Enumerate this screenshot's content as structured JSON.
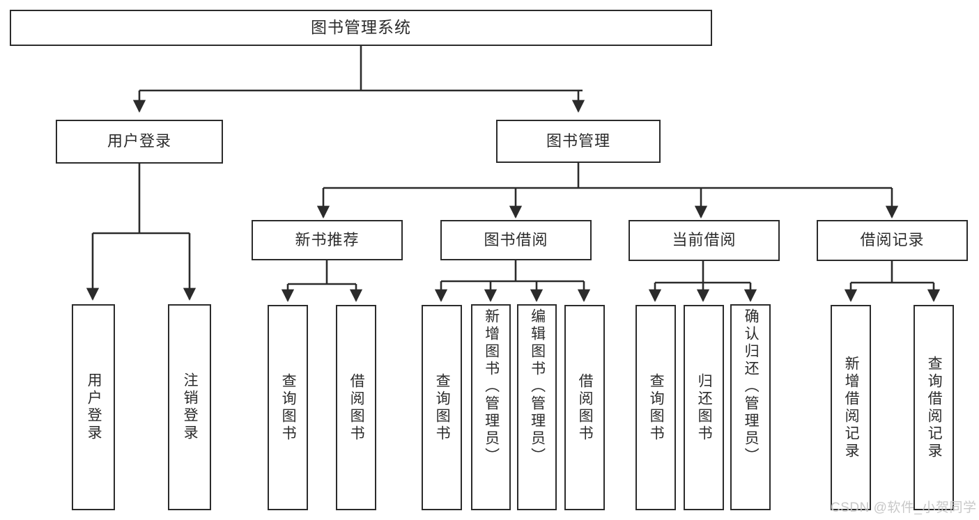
{
  "diagram": {
    "title": "图书管理系统",
    "watermark": "CSDN @软件_小贺同学",
    "line_color": "#2b2b2b",
    "text_color": "#2b2b2b",
    "background": "#ffffff",
    "watermark_color": "#c8c8c8"
  },
  "nodes": {
    "root": {
      "label": "图书管理系统"
    },
    "level1": [
      {
        "label": "用户登录"
      },
      {
        "label": "图书管理"
      }
    ],
    "level2": [
      {
        "label": "新书推荐"
      },
      {
        "label": "图书借阅"
      },
      {
        "label": "当前借阅"
      },
      {
        "label": "借阅记录"
      }
    ],
    "leaves": {
      "user_login": [
        {
          "label": "用户登录"
        },
        {
          "label": "注销登录"
        }
      ],
      "new_book": [
        {
          "label": "查询图书"
        },
        {
          "label": "借阅图书"
        }
      ],
      "borrow_book": [
        {
          "label": "查询图书"
        },
        {
          "label": "新增图书（管理员）"
        },
        {
          "label": "编辑图书（管理员）"
        },
        {
          "label": "借阅图书"
        }
      ],
      "current_borrow": [
        {
          "label": "查询图书"
        },
        {
          "label": "归还图书"
        },
        {
          "label": "确认归还（管理员）"
        }
      ],
      "borrow_record": [
        {
          "label": "新增借阅记录"
        },
        {
          "label": "查询借阅记录"
        }
      ]
    }
  },
  "chart_data": {
    "type": "table",
    "title": "图书管理系统 功能结构图",
    "structure": [
      {
        "name": "图书管理系统",
        "level": 0,
        "children": [
          {
            "name": "用户登录",
            "level": 1,
            "children": [
              {
                "name": "用户登录",
                "level": 2,
                "children": []
              },
              {
                "name": "注销登录",
                "level": 2,
                "children": []
              }
            ]
          },
          {
            "name": "图书管理",
            "level": 1,
            "children": [
              {
                "name": "新书推荐",
                "level": 2,
                "children": [
                  {
                    "name": "查询图书",
                    "level": 3,
                    "children": []
                  },
                  {
                    "name": "借阅图书",
                    "level": 3,
                    "children": []
                  }
                ]
              },
              {
                "name": "图书借阅",
                "level": 2,
                "children": [
                  {
                    "name": "查询图书",
                    "level": 3,
                    "children": []
                  },
                  {
                    "name": "新增图书（管理员）",
                    "level": 3,
                    "children": []
                  },
                  {
                    "name": "编辑图书（管理员）",
                    "level": 3,
                    "children": []
                  },
                  {
                    "name": "借阅图书",
                    "level": 3,
                    "children": []
                  }
                ]
              },
              {
                "name": "当前借阅",
                "level": 2,
                "children": [
                  {
                    "name": "查询图书",
                    "level": 3,
                    "children": []
                  },
                  {
                    "name": "归还图书",
                    "level": 3,
                    "children": []
                  },
                  {
                    "name": "确认归还（管理员）",
                    "level": 3,
                    "children": []
                  }
                ]
              },
              {
                "name": "借阅记录",
                "level": 2,
                "children": [
                  {
                    "name": "新增借阅记录",
                    "level": 3,
                    "children": []
                  },
                  {
                    "name": "查询借阅记录",
                    "level": 3,
                    "children": []
                  }
                ]
              }
            ]
          }
        ]
      }
    ]
  }
}
